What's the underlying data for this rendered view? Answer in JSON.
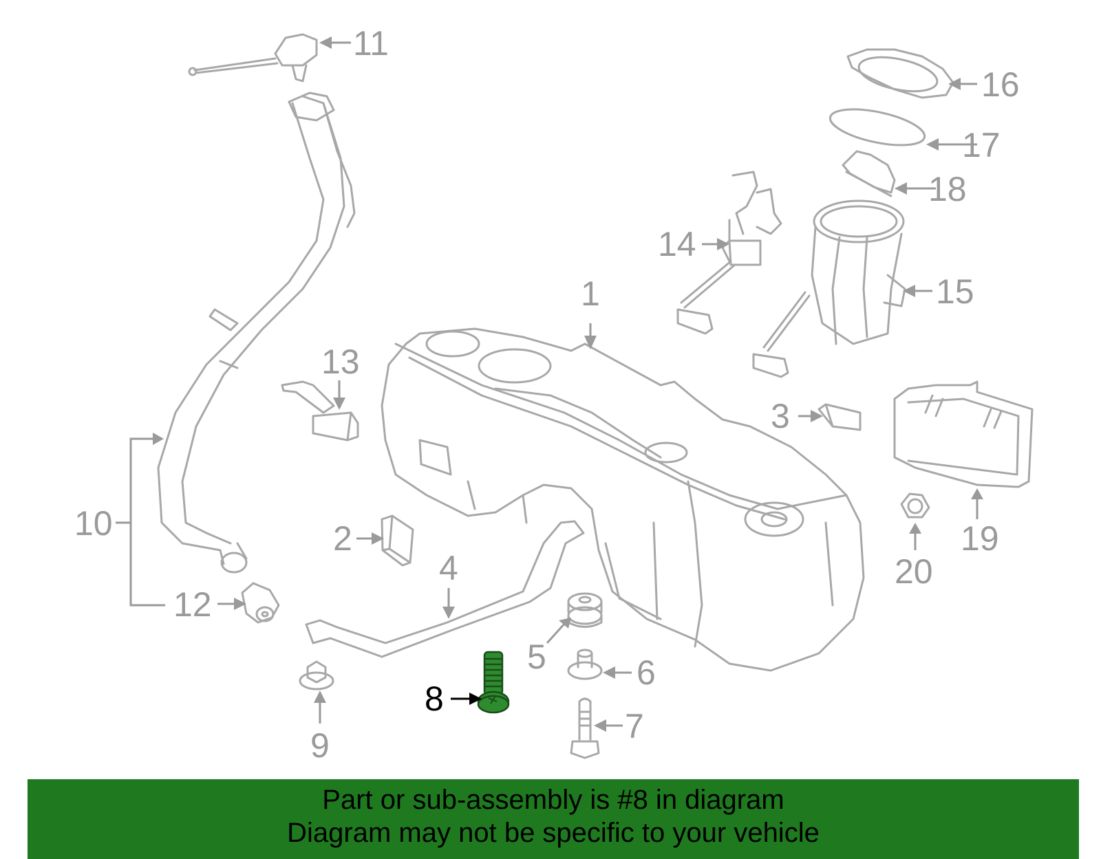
{
  "callouts": {
    "c1": "1",
    "c2": "2",
    "c3": "3",
    "c4": "4",
    "c5": "5",
    "c6": "6",
    "c7": "7",
    "c8": "8",
    "c9": "9",
    "c10": "10",
    "c11": "11",
    "c12": "12",
    "c13": "13",
    "c14": "14",
    "c15": "15",
    "c16": "16",
    "c17": "17",
    "c18": "18",
    "c19": "19",
    "c20": "20"
  },
  "highlighted_part": "8",
  "banner": {
    "line1": "Part or sub-assembly is #8 in diagram",
    "line2": "Diagram may not be specific to your vehicle",
    "background_color": "#1f7a1f"
  },
  "colors": {
    "part_lines": "#a8a8a8",
    "callout_text": "#9a9a9a",
    "highlight_part": "#2e8b2e"
  }
}
